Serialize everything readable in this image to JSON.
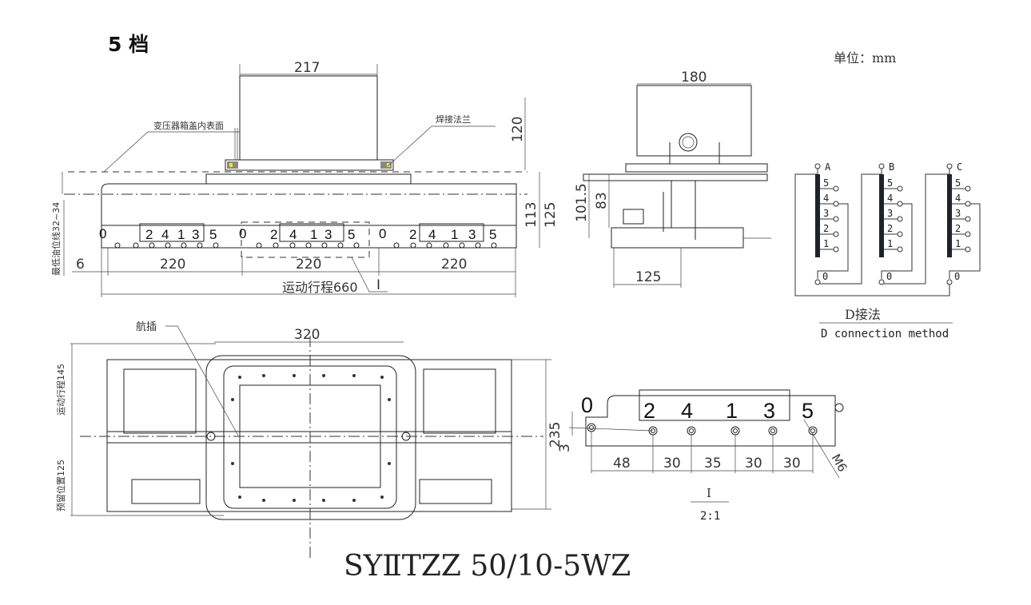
{
  "header": {
    "title": "5 档",
    "unit": "单位：mm"
  },
  "front_view": {
    "top_width": "217",
    "height_120": "120",
    "height_113": "113",
    "height_125": "125",
    "label_cover": "变压器箱盖内表面",
    "label_flange": "焊接法兰",
    "label_oil": "最低油位线32~34",
    "dim_6": "6",
    "dims_220": [
      "220",
      "220",
      "220"
    ],
    "travel": "运动行程660",
    "detail_mark": "I",
    "switch_labels": [
      "0",
      "2",
      "4",
      "1",
      "3",
      "5"
    ]
  },
  "side_view": {
    "width_180": "180",
    "height_101_5": "101.5",
    "height_83": "83",
    "width_125": "125"
  },
  "d_connection": {
    "phases": [
      "A",
      "B",
      "C"
    ],
    "taps": [
      "5",
      "4",
      "3",
      "2",
      "1"
    ],
    "neutral": "0",
    "title_cn": "D接法",
    "title_en": "D connection method"
  },
  "plan_view": {
    "width_320": "320",
    "label_plug": "航插",
    "travel_145": "运动行程145",
    "reserved_125": "预留位置125",
    "height_235": "235"
  },
  "detail_view": {
    "labels": [
      "0",
      "2",
      "4",
      "1",
      "3",
      "5"
    ],
    "spacings": [
      "48",
      "30",
      "35",
      "30",
      "30"
    ],
    "offset_3": "3",
    "thread": "M6",
    "mark": "I",
    "scale": "2:1"
  },
  "model": "SYⅡTZZ 50/10-5WZ"
}
